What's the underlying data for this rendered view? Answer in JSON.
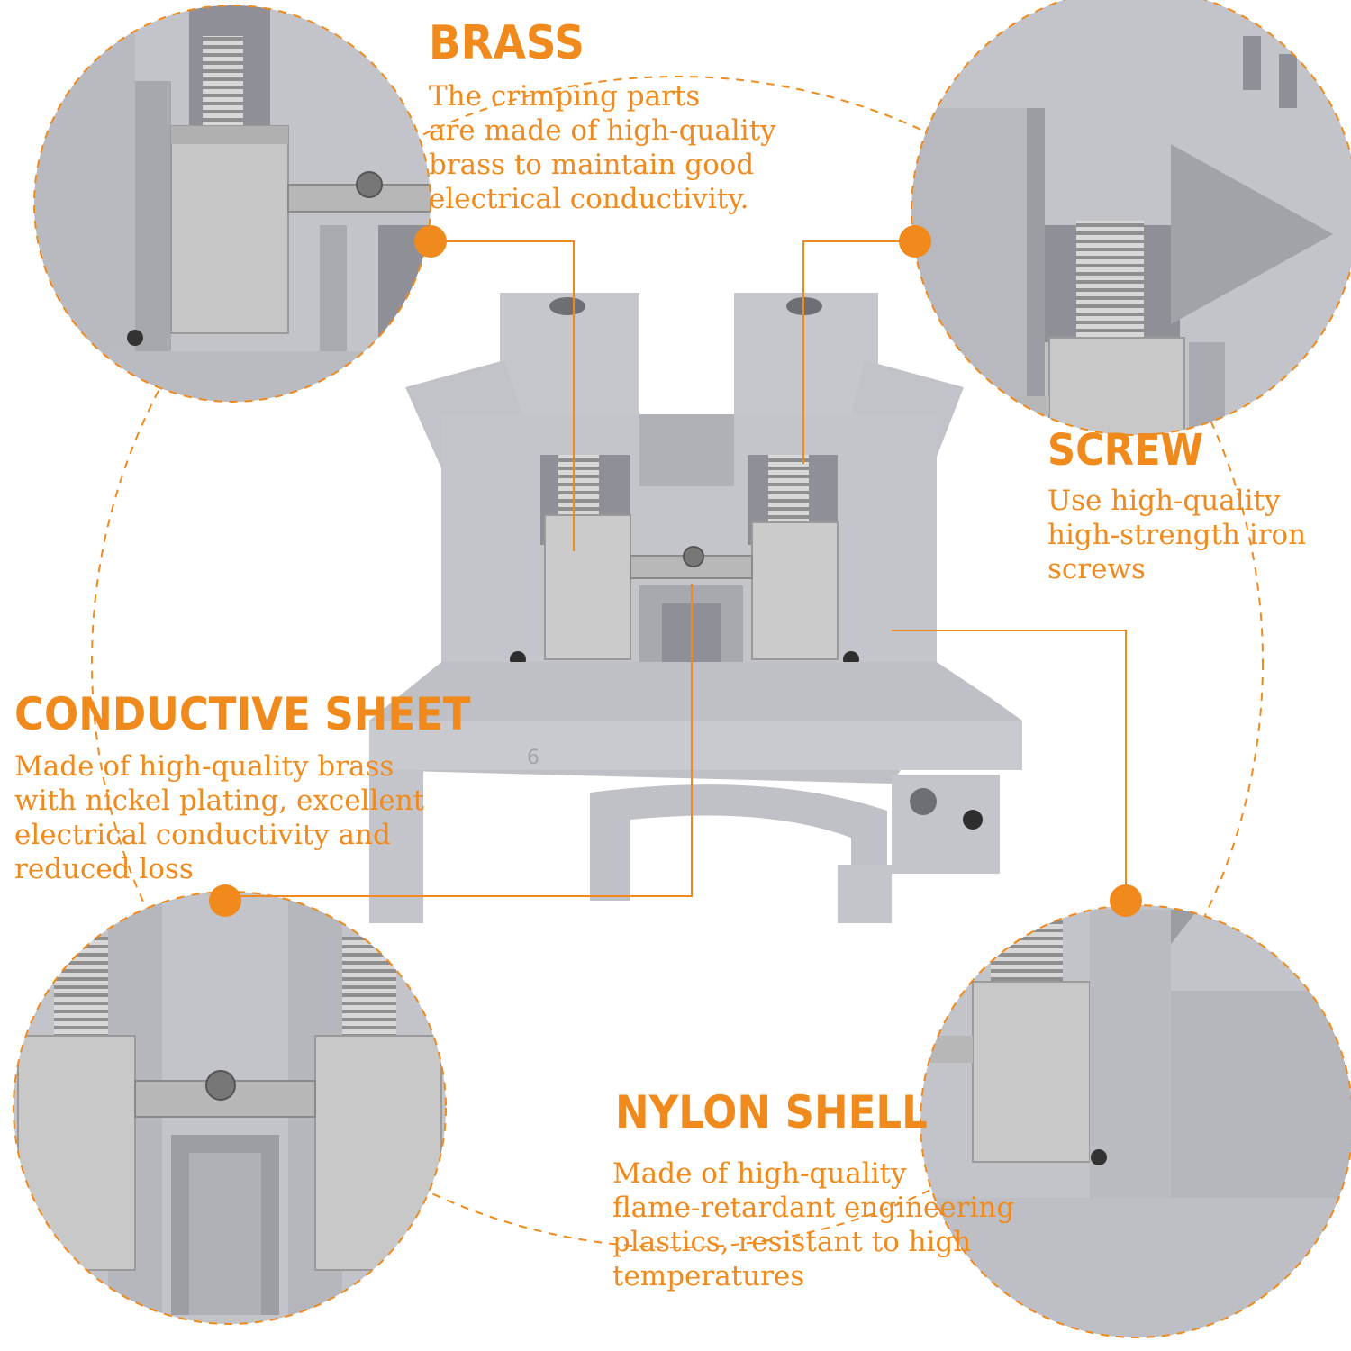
{
  "colors": {
    "accent": "#f08a1c",
    "plastic": "#bfc0c6",
    "plastic_dark": "#8f9097",
    "metal": "#c9c9c9",
    "background": "#ffffff"
  },
  "icons": [
    "terminal-block-image",
    "callout-dot"
  ],
  "product_marking": "6",
  "features": {
    "brass": {
      "title": "BRASS",
      "lines": [
        "The crimping parts",
        "are made of high-quality",
        "brass to maintain good",
        "electrical conductivity."
      ]
    },
    "screw": {
      "title": "SCREW",
      "lines": [
        "Use high-quality",
        "high-strength iron",
        "screws"
      ]
    },
    "conductive_sheet": {
      "title": "CONDUCTIVE SHEET",
      "lines": [
        "Made of high-quality brass",
        "with nickel plating, excellent",
        "electrical conductivity and",
        "reduced loss"
      ]
    },
    "nylon_shell": {
      "title": "NYLON SHELL",
      "lines": [
        "Made of high-quality",
        "flame-retardant engineering",
        "plastics, resistant to high",
        "temperatures"
      ]
    }
  }
}
